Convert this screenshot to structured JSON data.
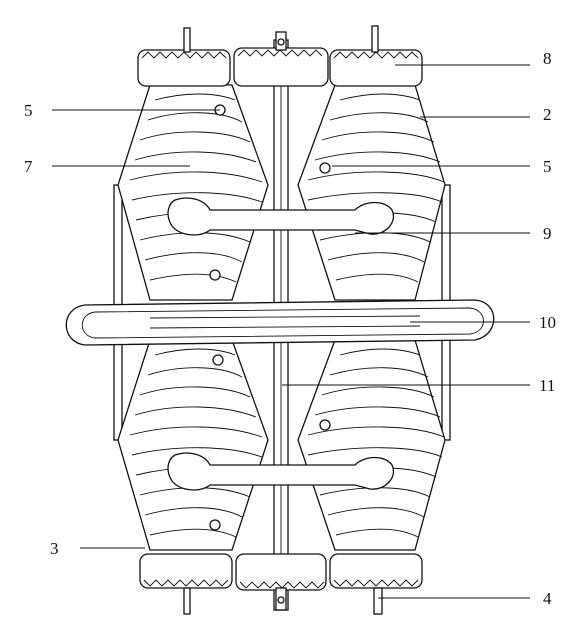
{
  "figure": {
    "labels": [
      {
        "id": "label-5-left",
        "text": "5"
      },
      {
        "id": "label-7",
        "text": "7"
      },
      {
        "id": "label-3",
        "text": "3"
      },
      {
        "id": "label-8",
        "text": "8"
      },
      {
        "id": "label-2",
        "text": "2"
      },
      {
        "id": "label-5-right",
        "text": "5"
      },
      {
        "id": "label-9",
        "text": "9"
      },
      {
        "id": "label-10",
        "text": "10"
      },
      {
        "id": "label-11",
        "text": "11"
      },
      {
        "id": "label-4",
        "text": "4"
      }
    ]
  }
}
